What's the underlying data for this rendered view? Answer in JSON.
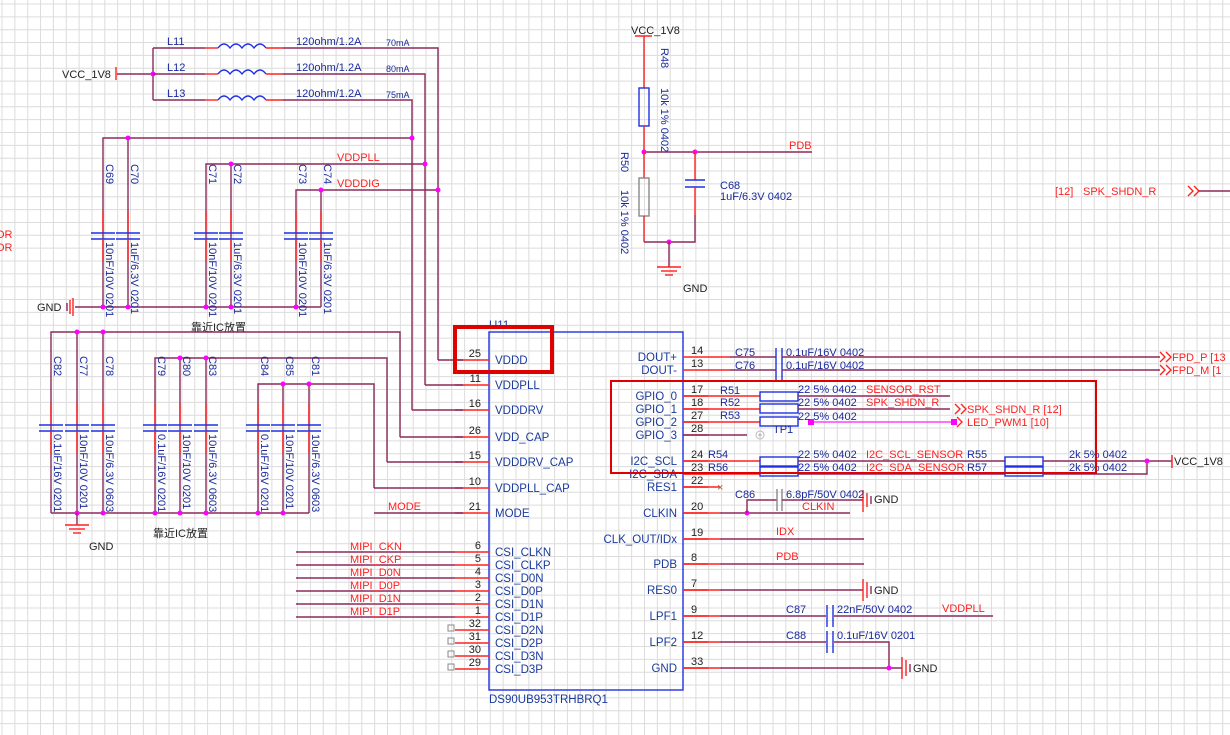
{
  "power_nets": {
    "vcc_left": "VCC_1V8",
    "vcc_top": "VCC_1V8",
    "vcc_right": "VCC_1V8",
    "gnd": "GND"
  },
  "ferrites": [
    {
      "ref": "L11",
      "value": "120ohm/1.2A",
      "current": "70mA"
    },
    {
      "ref": "L12",
      "value": "120ohm/1.2A",
      "current": "80mA"
    },
    {
      "ref": "L13",
      "value": "120ohm/1.2A",
      "current": "75mA"
    }
  ],
  "nets": {
    "vddpll": "VDDPLL",
    "vdddig": "VDDDIG",
    "pdb": "PDB",
    "mode": "MODE",
    "idx": "IDX",
    "clkin": "CLKIN",
    "vddpll_lpf": "VDDPLL",
    "sensor_rst": "SENSOR_RST",
    "spk_shdn_r": "SPK_SHDN_R",
    "i2c_scl_sensor": "I2C_SCL_SENSOR",
    "i2c_sda_sensor": "I2C_SDA_SENSOR",
    "left_cut_1": "OR",
    "left_cut_2": "OR"
  },
  "offpage": {
    "fpd_p": "FPD_P  [13",
    "fpd_m": "FPD_M  [1",
    "spk_shdn_r": "SPK_SHDN_R  [12]",
    "led_pwm1": "LED_PWM1  [10]",
    "spk_far_ref": "[12]",
    "spk_far_name": "SPK_SHDN_R"
  },
  "caps_top": [
    {
      "ref": "C69",
      "value": "10nF/10V 0201"
    },
    {
      "ref": "C70",
      "value": "1uF/6.3V 0201"
    },
    {
      "ref": "C71",
      "value": "10nF/10V 0201"
    },
    {
      "ref": "C72",
      "value": "1uF/6.3V 0201"
    },
    {
      "ref": "C73",
      "value": "10nF/10V 0201"
    },
    {
      "ref": "C74",
      "value": "1uF/6.3V 0201"
    }
  ],
  "caps_bottom": [
    {
      "ref": "C82",
      "value": "0.1uF/16V 0201"
    },
    {
      "ref": "C77",
      "value": "10nF/10V 0201"
    },
    {
      "ref": "C78",
      "value": "10uF/6.3V 0603"
    },
    {
      "ref": "C79",
      "value": "0.1uF/16V 0201"
    },
    {
      "ref": "C80",
      "value": "10nF/10V 0201"
    },
    {
      "ref": "C83",
      "value": "10uF/6.3V 0603"
    },
    {
      "ref": "C84",
      "value": "0.1uF/16V 0201"
    },
    {
      "ref": "C85",
      "value": "10nF/10V 0201"
    },
    {
      "ref": "C81",
      "value": "10uF/6.3V 0603"
    }
  ],
  "notes": {
    "near_ic_1": "靠近IC放置",
    "near_ic_2": "靠近IC放置"
  },
  "pdb_divider": {
    "r48_ref": "R48",
    "r48_value": "10k 1% 0402",
    "r50_ref": "R50",
    "r50_value": "10k 1% 0402",
    "c68_ref": "C68",
    "c68_value": "1uF/6.3V 0402"
  },
  "ic": {
    "ref": "U11",
    "part": "DS90UB953TRHBRQ1",
    "left_pins": [
      {
        "num": "25",
        "name": "VDDD"
      },
      {
        "num": "11",
        "name": "VDDPLL"
      },
      {
        "num": "16",
        "name": "VDDDRV"
      },
      {
        "num": "26",
        "name": "VDD_CAP"
      },
      {
        "num": "15",
        "name": "VDDDRV_CAP"
      },
      {
        "num": "10",
        "name": "VDDPLL_CAP"
      },
      {
        "num": "21",
        "name": "MODE"
      },
      {
        "num": "6",
        "name": "CSI_CLKN"
      },
      {
        "num": "5",
        "name": "CSI_CLKP"
      },
      {
        "num": "4",
        "name": "CSI_D0N"
      },
      {
        "num": "3",
        "name": "CSI_D0P"
      },
      {
        "num": "2",
        "name": "CSI_D1N"
      },
      {
        "num": "1",
        "name": "CSI_D1P"
      },
      {
        "num": "32",
        "name": "CSI_D2N"
      },
      {
        "num": "31",
        "name": "CSI_D2P"
      },
      {
        "num": "30",
        "name": "CSI_D3N"
      },
      {
        "num": "29",
        "name": "CSI_D3P"
      }
    ],
    "right_pins": [
      {
        "num": "14",
        "name": "DOUT+"
      },
      {
        "num": "13",
        "name": "DOUT-"
      },
      {
        "num": "17",
        "name": "GPIO_0"
      },
      {
        "num": "18",
        "name": "GPIO_1"
      },
      {
        "num": "27",
        "name": "GPIO_2"
      },
      {
        "num": "28",
        "name": "GPIO_3"
      },
      {
        "num": "24",
        "name": "I2C_SCL"
      },
      {
        "num": "23",
        "name": "I2C_SDA"
      },
      {
        "num": "22",
        "name": "RES1"
      },
      {
        "num": "20",
        "name": "CLKIN"
      },
      {
        "num": "19",
        "name": "CLK_OUT/IDx"
      },
      {
        "num": "8",
        "name": "PDB"
      },
      {
        "num": "7",
        "name": "RES0"
      },
      {
        "num": "9",
        "name": "LPF1"
      },
      {
        "num": "12",
        "name": "LPF2"
      },
      {
        "num": "33",
        "name": "GND"
      }
    ]
  },
  "mipi_nets": [
    "MIPI_CKN",
    "MIPI_CKP",
    "MIPI_D0N",
    "MIPI_D0P",
    "MIPI_D1N",
    "MIPI_D1P"
  ],
  "right_parts": {
    "c75_ref": "C75",
    "c75_value": "0.1uF/16V 0402",
    "c76_ref": "C76",
    "c76_value": "0.1uF/16V 0402",
    "r51_ref": "R51",
    "r51_value": "22 5% 0402",
    "r52_ref": "R52",
    "r52_value": "22 5% 0402",
    "r53_ref": "R53",
    "r53_value": "22 5% 0402",
    "tp1_ref": "TP1",
    "r54_ref": "R54",
    "r54_value": "22 5% 0402",
    "r56_ref": "R56",
    "r56_value": "22 5% 0402",
    "r55_ref": "R55",
    "r55_value": "2k 5% 0402",
    "r57_ref": "R57",
    "r57_value": "2k 5% 0402",
    "c86_ref": "C86",
    "c86_value": "6.8pF/50V  0402",
    "c87_ref": "C87",
    "c87_value": "22nF/50V 0402",
    "c88_ref": "C88",
    "c88_value": "0.1uF/16V 0201"
  },
  "colors": {
    "wire": "#8b2a5a",
    "pin": "#ff2020",
    "component": "#2030e0",
    "junction": "#ff00ff",
    "highlight": "#e00000",
    "grid": "#dcdcdc"
  }
}
